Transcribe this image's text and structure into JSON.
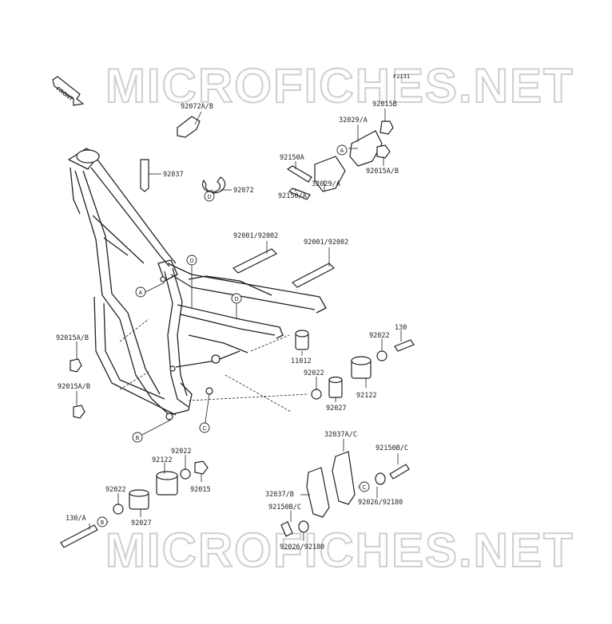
{
  "figure_code": "F2131",
  "front_label": "FRONT",
  "watermark": "MICROFICHES.NET",
  "callout_letters": [
    "A",
    "B",
    "C",
    "D"
  ],
  "parts": {
    "p92072ab": "92072A/B",
    "p92037": "92037",
    "p92072": "92072",
    "p32029a_top": "32029/A",
    "p92015b": "92015B",
    "p92150a": "92150A",
    "p92015ab_top": "92015A/B",
    "p32029a_bot": "32029/A",
    "p92150a_slash": "92150/A",
    "p92001_left": "92001/92002",
    "p92001_right": "92001/92002",
    "p92015ab_left1": "92015A/B",
    "p92015ab_left2": "92015A/B",
    "p11012": "11012",
    "p92022_a": "92022",
    "p130": "130",
    "p92022_b": "92022",
    "p92122_a": "92122",
    "p92027_a": "92027",
    "p32037ac": "32037A/C",
    "p92150bc_r": "92150B/C",
    "p92022_c": "92022",
    "p92122_b": "92122",
    "p92015": "92015",
    "p92022_d": "92022",
    "p32037b": "32037/B",
    "p92026_r": "92026/92180",
    "p92150bc_l": "92150B/C",
    "p130a": "130/A",
    "p92027_b": "92027",
    "p92026_l": "92026/92180"
  }
}
